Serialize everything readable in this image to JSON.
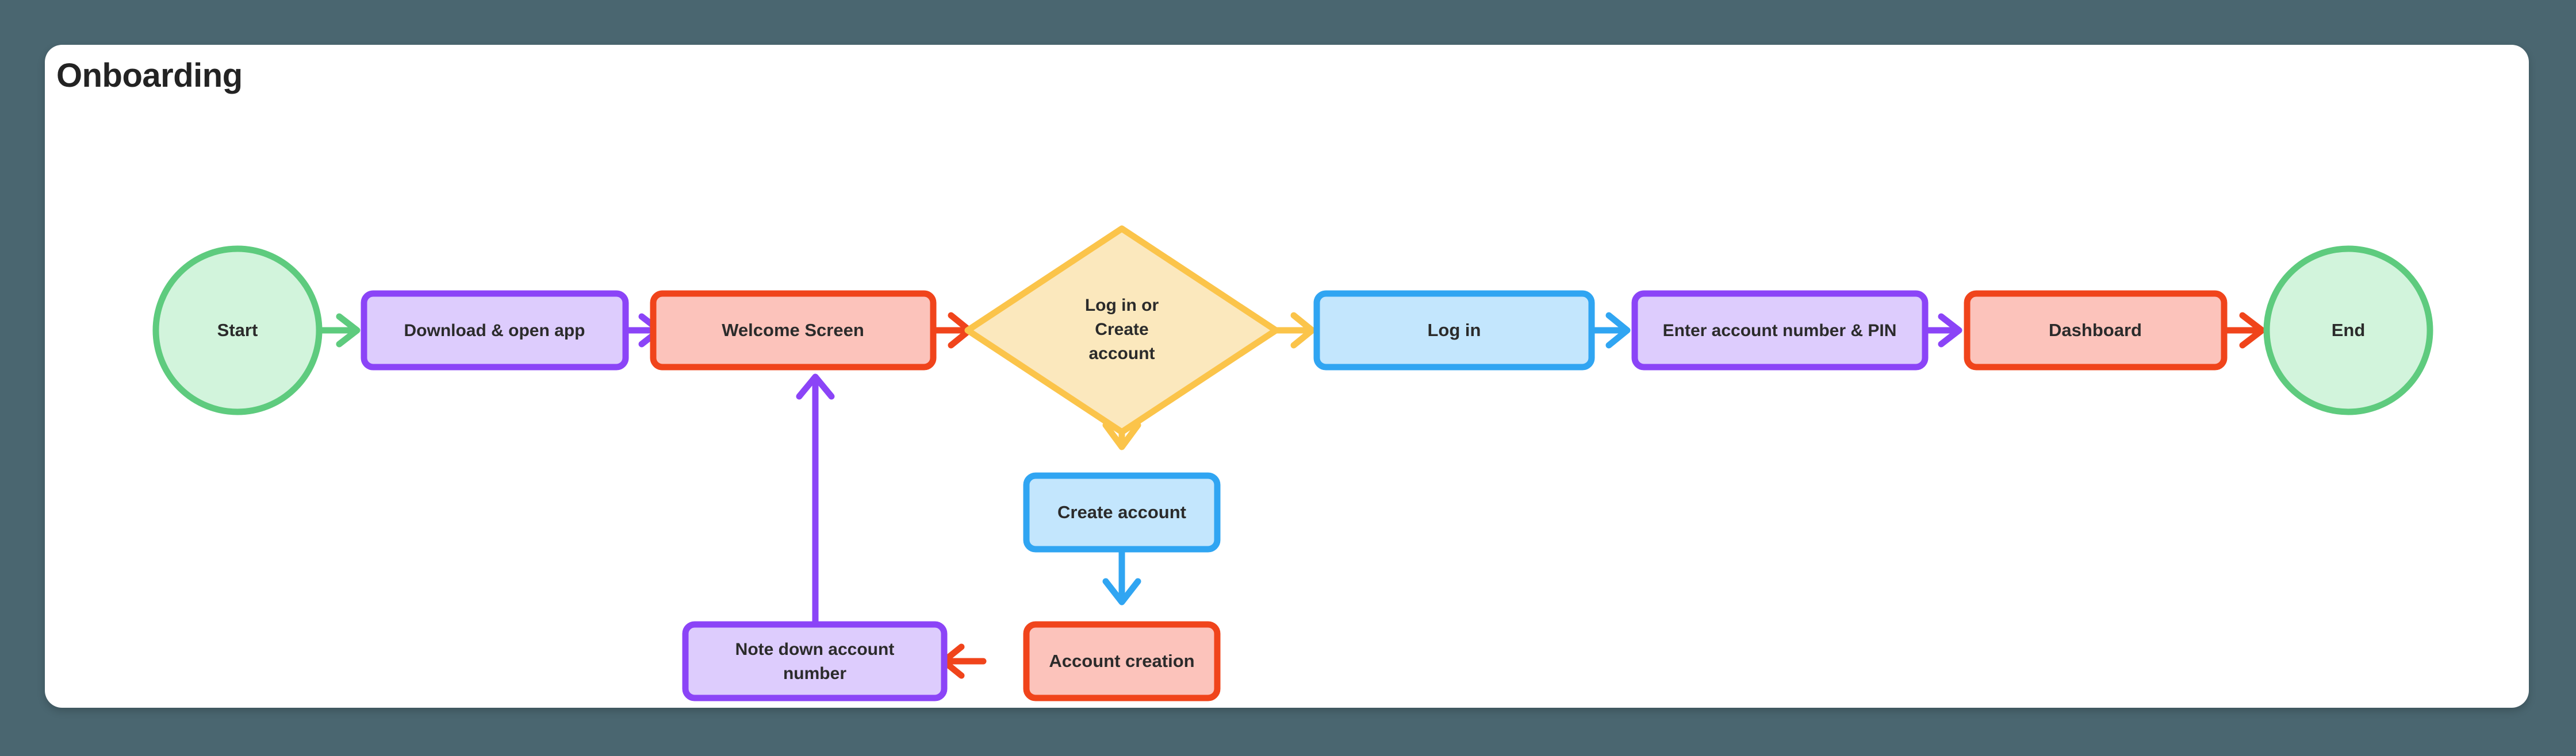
{
  "page": {
    "title": "Onboarding",
    "background_color": "#4a6670",
    "card_color": "#ffffff"
  },
  "palette": {
    "green_border": "#5ecb7e",
    "green_fill": "#d2f4dc",
    "purple_border": "#8b44f7",
    "purple_fill": "#ddccfd",
    "red_border": "#f0441b",
    "red_fill": "#fcc3bb",
    "yellow_border": "#f9c martinez",
    "yellow_border_hex": "#f9c councils",
    "amber_border": "#fbc council",
    "blue_border": "#30a5f2",
    "blue_fill": "#c3e6fd",
    "text_color": "#2b2b2b"
  },
  "chart_data": {
    "type": "diagram",
    "diagram_kind": "flowchart",
    "title": "Onboarding",
    "orientation": "left-to-right with downward branch",
    "nodes": [
      {
        "id": "start",
        "label": "Start",
        "shape": "circle",
        "border": "#5ecb7e",
        "fill": "#d2f4dc"
      },
      {
        "id": "download",
        "label": "Download & open app",
        "shape": "rect",
        "border": "#8b44f7",
        "fill": "#ddccfd"
      },
      {
        "id": "welcome",
        "label": "Welcome Screen",
        "shape": "rect",
        "border": "#f0441b",
        "fill": "#fcc3bb"
      },
      {
        "id": "decision",
        "label": "Log in or Create account",
        "shape": "diamond",
        "border": "#fbc44a",
        "fill": "#fbe8bd",
        "label_lines": [
          "Log in or",
          "Create",
          "account"
        ]
      },
      {
        "id": "login",
        "label": "Log in",
        "shape": "rect",
        "border": "#30a5f2",
        "fill": "#c3e6fd"
      },
      {
        "id": "enterpin",
        "label": "Enter account number & PIN",
        "shape": "rect",
        "border": "#8b44f7",
        "fill": "#ddccfd"
      },
      {
        "id": "dashboard",
        "label": "Dashboard",
        "shape": "rect",
        "border": "#f0441b",
        "fill": "#fcc3bb"
      },
      {
        "id": "end",
        "label": "End",
        "shape": "circle",
        "border": "#5ecb7e",
        "fill": "#d2f4dc"
      },
      {
        "id": "createacct",
        "label": "Create account",
        "shape": "rect",
        "border": "#30a5f2",
        "fill": "#c3e6fd"
      },
      {
        "id": "acctcreation",
        "label": "Account creation",
        "shape": "rect",
        "border": "#f0441b",
        "fill": "#fcc3bb"
      },
      {
        "id": "notedown",
        "label": "Note down account number",
        "shape": "rect",
        "border": "#8b44f7",
        "fill": "#ddccfd",
        "label_lines": [
          "Note down account",
          "number"
        ]
      }
    ],
    "edges": [
      {
        "from": "start",
        "to": "download",
        "color": "#5ecb7e",
        "direction": "right"
      },
      {
        "from": "download",
        "to": "welcome",
        "color": "#8b44f7",
        "direction": "right"
      },
      {
        "from": "welcome",
        "to": "decision",
        "color": "#f0441b",
        "direction": "right"
      },
      {
        "from": "decision",
        "to": "login",
        "color": "#fbc44a",
        "direction": "right"
      },
      {
        "from": "login",
        "to": "enterpin",
        "color": "#30a5f2",
        "direction": "right"
      },
      {
        "from": "enterpin",
        "to": "dashboard",
        "color": "#8b44f7",
        "direction": "right"
      },
      {
        "from": "dashboard",
        "to": "end",
        "color": "#f0441b",
        "direction": "right"
      },
      {
        "from": "decision",
        "to": "createacct",
        "color": "#fbc44a",
        "direction": "down"
      },
      {
        "from": "createacct",
        "to": "acctcreation",
        "color": "#30a5f2",
        "direction": "down"
      },
      {
        "from": "acctcreation",
        "to": "notedown",
        "color": "#f0441b",
        "direction": "left"
      },
      {
        "from": "notedown",
        "to": "welcome",
        "color": "#8b44f7",
        "direction": "up"
      }
    ]
  },
  "labels": {
    "start": "Start",
    "download": "Download & open app",
    "welcome": "Welcome Screen",
    "decision_line1": "Log in or",
    "decision_line2": "Create",
    "decision_line3": "account",
    "login": "Log in",
    "enterpin": "Enter account number & PIN",
    "dashboard": "Dashboard",
    "end": "End",
    "createacct": "Create account",
    "acctcreation": "Account creation",
    "notedown_line1": "Note down account",
    "notedown_line2": "number"
  }
}
